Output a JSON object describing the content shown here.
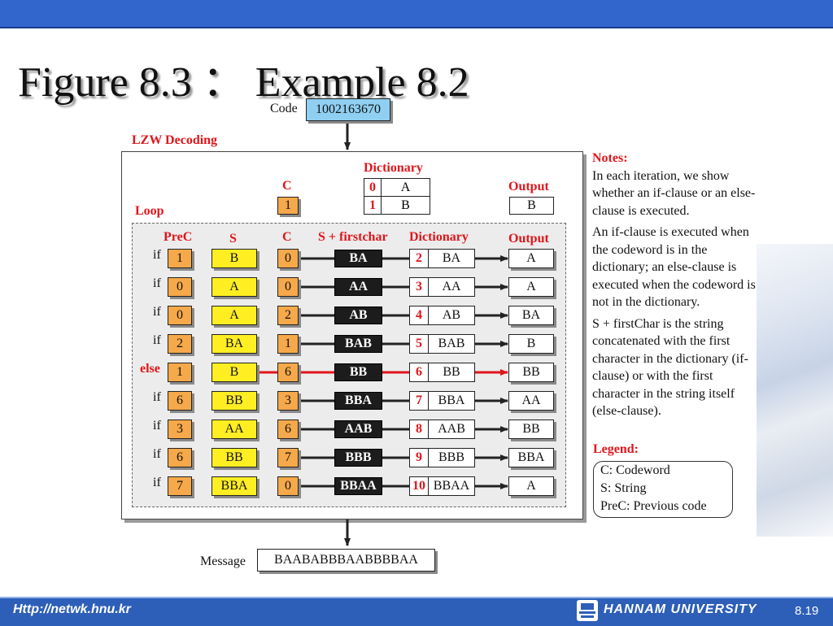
{
  "slide_title": "Figure 8.3 ： Example 8.2",
  "code_label": "Code",
  "code_value": "1002163670",
  "lzw_title": "LZW Decoding",
  "loop_label": "Loop",
  "init": {
    "c_header": "C",
    "c_value": "1",
    "dict_header": "Dictionary",
    "dict": [
      {
        "idx": "0",
        "val": "A"
      },
      {
        "idx": "1",
        "val": "B"
      }
    ],
    "output_header": "Output",
    "output_value": "B"
  },
  "headers": {
    "prec": "PreC",
    "s": "S",
    "c": "C",
    "sfirst": "S + firstchar",
    "dict": "Dictionary",
    "output": "Output"
  },
  "rows": [
    {
      "cond": "if",
      "prec": "1",
      "s": "B",
      "c": "0",
      "sf": "BA",
      "idx": "2",
      "entry": "BA",
      "out": "A"
    },
    {
      "cond": "if",
      "prec": "0",
      "s": "A",
      "c": "0",
      "sf": "AA",
      "idx": "3",
      "entry": "AA",
      "out": "A"
    },
    {
      "cond": "if",
      "prec": "0",
      "s": "A",
      "c": "2",
      "sf": "AB",
      "idx": "4",
      "entry": "AB",
      "out": "BA"
    },
    {
      "cond": "if",
      "prec": "2",
      "s": "BA",
      "c": "1",
      "sf": "BAB",
      "idx": "5",
      "entry": "BAB",
      "out": "B"
    },
    {
      "cond": "else",
      "prec": "1",
      "s": "B",
      "c": "6",
      "sf": "BB",
      "idx": "6",
      "entry": "BB",
      "out": "BB"
    },
    {
      "cond": "if",
      "prec": "6",
      "s": "BB",
      "c": "3",
      "sf": "BBA",
      "idx": "7",
      "entry": "BBA",
      "out": "AA"
    },
    {
      "cond": "if",
      "prec": "3",
      "s": "AA",
      "c": "6",
      "sf": "AAB",
      "idx": "8",
      "entry": "AAB",
      "out": "BB"
    },
    {
      "cond": "if",
      "prec": "6",
      "s": "BB",
      "c": "7",
      "sf": "BBB",
      "idx": "9",
      "entry": "BBB",
      "out": "BBA"
    },
    {
      "cond": "if",
      "prec": "7",
      "s": "BBA",
      "c": "0",
      "sf": "BBAA",
      "idx": "10",
      "entry": "BBAA",
      "out": "A"
    }
  ],
  "message_label": "Message",
  "message_value": "BAABABBBAABBBBAA",
  "notes": {
    "title": "Notes:",
    "paragraphs": [
      "In each iteration, we show whether an if-clause or an else-clause is executed.",
      "An if-clause is executed when the codeword is in the dictionary; an else-clause is executed when the codeword is not in the dictionary.",
      "S + firstChar is the string concatenated with the first character in the dictionary (if-clause) or with the first character in the string itself (else-clause)."
    ]
  },
  "legend": {
    "title": "Legend:",
    "items": [
      "C: Codeword",
      "S: String",
      "PreC: Previous code"
    ]
  },
  "footer": {
    "url": "Http://netwk.hnu.kr",
    "university": "HANNAM UNIVERSITY",
    "page": "8.19"
  },
  "colors": {
    "orange": "#f5a94a",
    "yellow": "#ffee22",
    "black_box": "#1c1c1c",
    "red": "#e0151b",
    "code_blue": "#8fd0f2",
    "bar_blue": "#3366cc"
  }
}
